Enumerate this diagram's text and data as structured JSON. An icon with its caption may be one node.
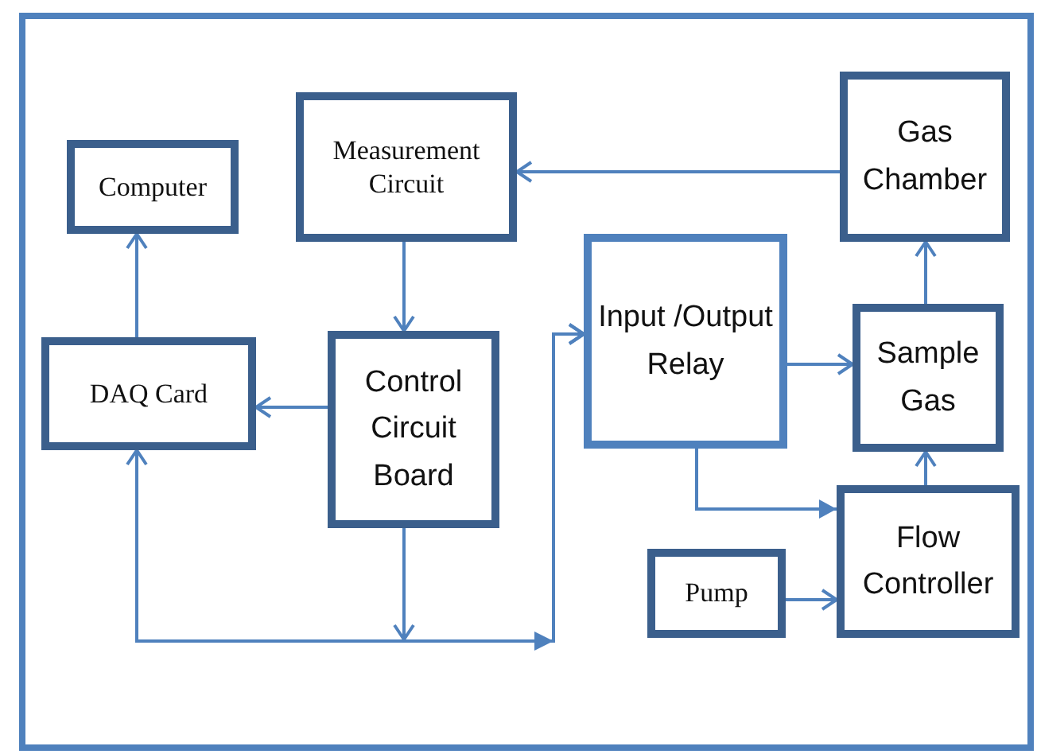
{
  "diagram": {
    "nodes": [
      {
        "text": [
          "Computer"
        ]
      },
      {
        "text": [
          "Measurement Circuit"
        ]
      },
      {
        "text": [
          "Gas Chamber"
        ]
      },
      {
        "text": [
          "DAQ Card"
        ]
      },
      {
        "text": [
          "Control Circuit Board"
        ]
      },
      {
        "text": [
          "Input /Output Relay"
        ]
      },
      {
        "text": [
          "Sample Gas"
        ]
      },
      {
        "text": [
          "Pump"
        ]
      },
      {
        "text": [
          "Flow Controller"
        ]
      }
    ],
    "edges": [
      {
        "from": 2,
        "to": 1,
        "arrow": "to"
      },
      {
        "from": 1,
        "to": 4,
        "arrow": "to"
      },
      {
        "from": 3,
        "to": 0,
        "arrow": "to"
      },
      {
        "from": 4,
        "to": 3,
        "arrow": "to"
      },
      {
        "from": 3,
        "to": 5,
        "arrow": "both"
      },
      {
        "from": 4,
        "to": 5,
        "arrow": "to"
      },
      {
        "from": 5,
        "to": 6,
        "arrow": "to"
      },
      {
        "from": 6,
        "to": 2,
        "arrow": "to"
      },
      {
        "from": 8,
        "to": 6,
        "arrow": "to"
      },
      {
        "from": 5,
        "to": 8,
        "arrow": "to"
      },
      {
        "from": 7,
        "to": 8,
        "arrow": "to"
      }
    ]
  }
}
